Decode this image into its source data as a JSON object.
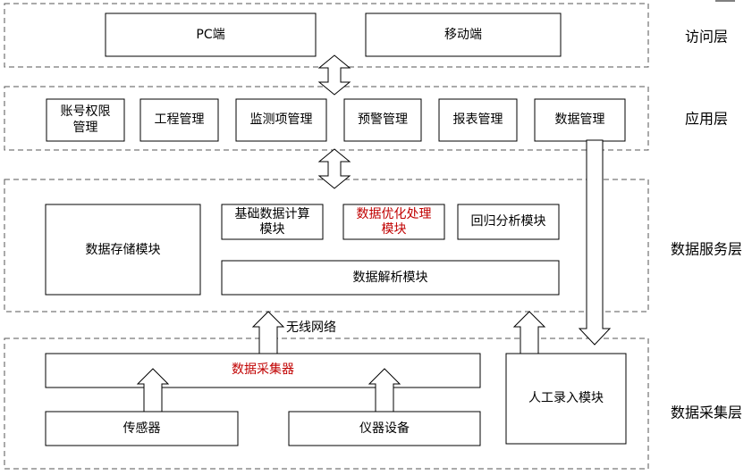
{
  "layer_labels": {
    "access": "访问层",
    "application": "应用层",
    "service": "数据服务层",
    "collection": "数据采集层"
  },
  "access": {
    "pc": "PC端",
    "mobile": "移动端"
  },
  "application": {
    "items": [
      {
        "lines": [
          "账号权限",
          "管理"
        ]
      },
      {
        "lines": [
          "工程管理"
        ]
      },
      {
        "lines": [
          "监测项管理"
        ]
      },
      {
        "lines": [
          "预警管理"
        ]
      },
      {
        "lines": [
          "报表管理"
        ]
      },
      {
        "lines": [
          "数据管理"
        ]
      }
    ]
  },
  "service": {
    "storage": "数据存储模块",
    "basic_calc": [
      "基础数据计算",
      "模块"
    ],
    "optimization": [
      "数据优化处理",
      "模块"
    ],
    "regression": "回归分析模块",
    "parsing": "数据解析模块"
  },
  "collection": {
    "collector": "数据采集器",
    "sensor": "传感器",
    "instrument": "仪器设备",
    "manual_entry": "人工录入模块"
  },
  "connectors": {
    "wireless": "无线网络"
  },
  "colors": {
    "border": "#000000",
    "dashed": "#555555",
    "highlight_text": "#c00000"
  }
}
